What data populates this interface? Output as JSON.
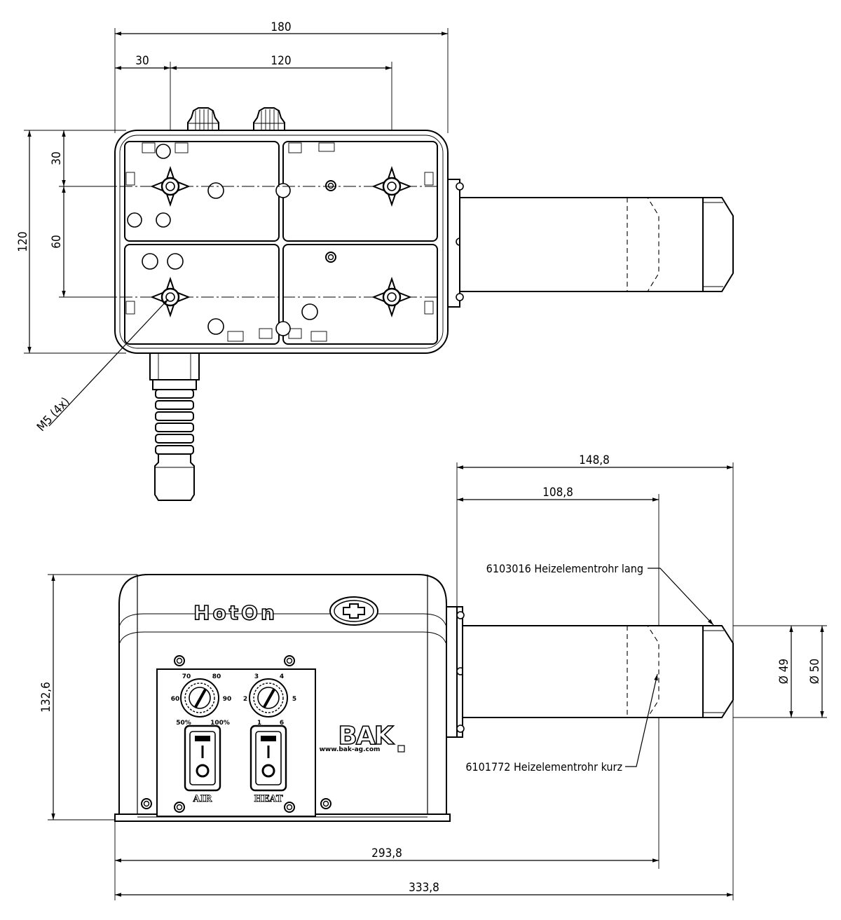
{
  "top_view": {
    "dim_overall_width": "180",
    "dim_left_offset": "30",
    "dim_hole_spacing_x": "120",
    "dim_overall_height": "120",
    "dim_top_offset": "30",
    "dim_hole_spacing_y": "60",
    "thread_callout": "M5 (4x)"
  },
  "side_view": {
    "dim_long_tube": "148,8",
    "dim_short_tube": "108,8",
    "dim_height": "132,6",
    "dim_length_short": "293,8",
    "dim_length_long": "333,8",
    "dia_inner": "Ø 49",
    "dia_outer": "Ø 50",
    "callout_long": "6103016 Heizelementrohr lang",
    "callout_short": "6101772 Heizelementrohr kurz",
    "product_logo": "HotOn",
    "brand_logo": "BAK",
    "brand_url": "www.bak-ag.com",
    "switch_air_label": "AIR",
    "switch_heat_label": "HEAT",
    "air_dial_scale": [
      "50%",
      "60",
      "70",
      "80",
      "90",
      "100%"
    ],
    "heat_dial_scale": [
      "1",
      "2",
      "3",
      "4",
      "5",
      "6"
    ]
  }
}
